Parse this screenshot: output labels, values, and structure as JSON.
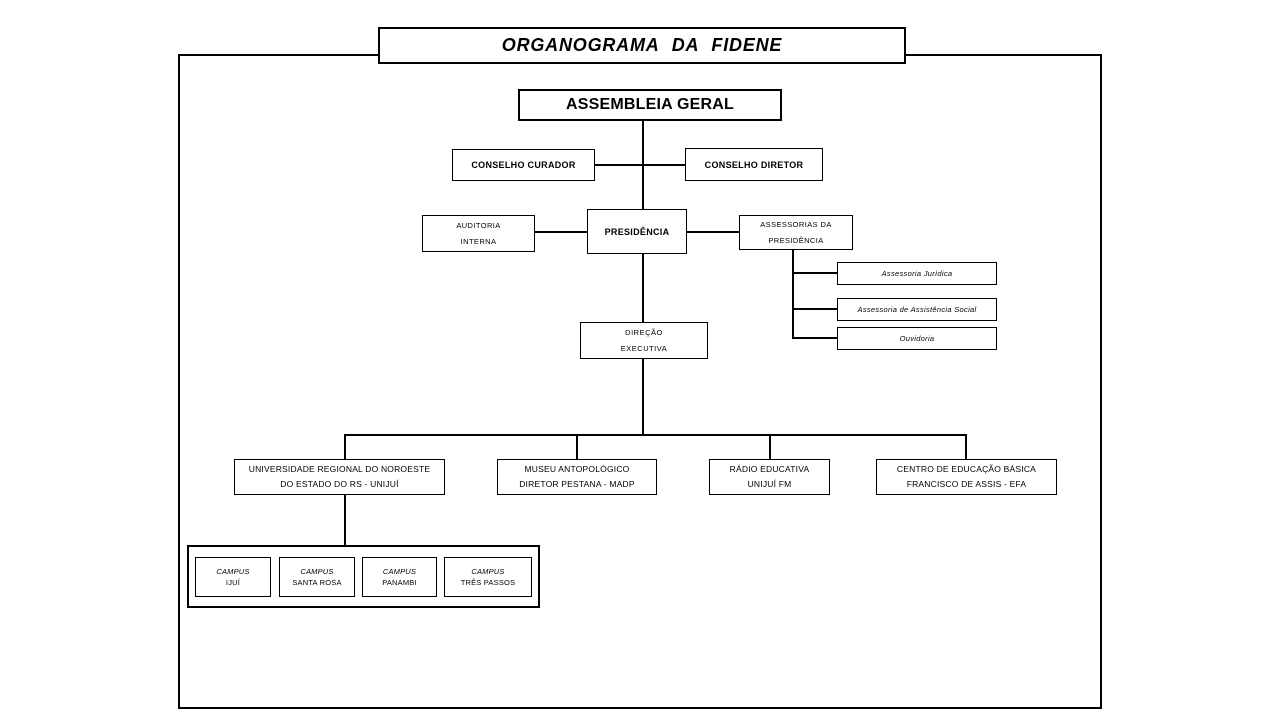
{
  "title": "ORGANOGRAMA DA FIDENE",
  "colors": {
    "line": "#000000",
    "background": "#ffffff",
    "text": "#000000"
  },
  "nodes": {
    "assembleia_geral": "ASSEMBLEIA GERAL",
    "conselho_curador": "CONSELHO CURADOR",
    "conselho_diretor": "CONSELHO DIRETOR",
    "auditoria_interna": "AUDITORIA\nINTERNA",
    "presidencia": "PRESIDÊNCIA",
    "assessorias_da_presidencia": "ASSESSORIAS DA\nPRESIDÊNCIA",
    "assessoria_juridica": "Assessoria Jurídica",
    "assessoria_assistencia_social": "Assessoria de Assistência Social",
    "ouvidoria": "Ouvidoria",
    "direcao_executiva": "DIREÇÃO\nEXECUTIVA",
    "universidade_unijui": "UNIVERSIDADE REGIONAL DO NOROESTE\nDO ESTADO DO RS - UNIJUÍ",
    "museu_madp": "MUSEU ANTOPOLÓGICO\nDIRETOR PESTANA - MADP",
    "radio_educativa": "RÁDIO EDUCATIVA\nUNIJUÍ FM",
    "centro_educacao_efa": "CENTRO DE EDUCAÇÃO BÁSICA\nFRANCISCO DE ASSIS - EFA",
    "campus_ijui": {
      "line1": "CAMPUS",
      "line2": "IJUÍ"
    },
    "campus_santa_rosa": {
      "line1": "CAMPUS",
      "line2": "SANTA ROSA"
    },
    "campus_panambi": {
      "line1": "CAMPUS",
      "line2": "PANAMBI"
    },
    "campus_tres_passos": {
      "line1": "CAMPUS",
      "line2": "TRÊS PASSOS"
    }
  }
}
